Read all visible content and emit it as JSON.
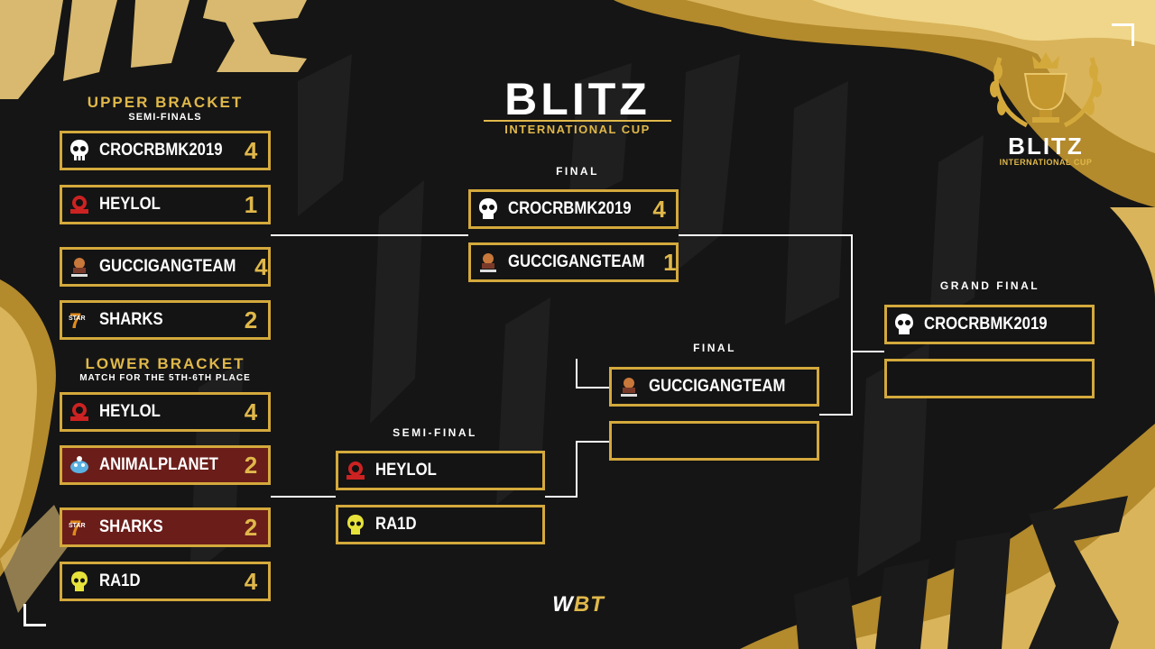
{
  "event": {
    "title": "BLITZ",
    "subtitle": "INTERNATIONAL CUP",
    "corner_logo_title": "BLITZ",
    "corner_logo_subtitle": "INTERNATIONAL CUP",
    "watermark_text": "BLITZ",
    "footer_logo_w": "W",
    "footer_logo_bt": "BT"
  },
  "upper_bracket": {
    "heading": "UPPER BRACKET",
    "subheading": "SEMI-FINALS",
    "matches": [
      [
        {
          "team": "CROCRBMK2019",
          "score": "4",
          "logo": "skull-icon"
        },
        {
          "team": "HEYLOL",
          "score": "1",
          "logo": "endgame-icon"
        }
      ],
      [
        {
          "team": "GUCCIGANGTEAM",
          "score": "4",
          "logo": "ggame-icon"
        },
        {
          "team": "SHARKS",
          "score": "2",
          "logo": "star7-icon"
        }
      ]
    ],
    "final_label": "FINAL",
    "final": [
      {
        "team": "CROCRBMK2019",
        "score": "4",
        "logo": "skull-icon"
      },
      {
        "team": "GUCCIGANGTEAM",
        "score": "1",
        "logo": "ggame-icon"
      }
    ]
  },
  "lower_bracket": {
    "heading": "LOWER BRACKET",
    "subheading": "MATCH FOR THE 5TH-6TH PLACE",
    "matches": [
      [
        {
          "team": "HEYLOL",
          "score": "4",
          "logo": "endgame-icon"
        },
        {
          "team": "ANIMALPLANET",
          "score": "2",
          "logo": "animal-icon"
        }
      ],
      [
        {
          "team": "SHARKS",
          "score": "2",
          "logo": "star7-icon"
        },
        {
          "team": "RA1D",
          "score": "4",
          "logo": "raid-skull-icon"
        }
      ]
    ],
    "semi_label": "SEMI-FINAL",
    "semi": [
      {
        "team": "HEYLOL",
        "score": "",
        "logo": "endgame-icon"
      },
      {
        "team": "RA1D",
        "score": "",
        "logo": "raid-skull-icon"
      }
    ],
    "final_label": "FINAL",
    "final": [
      {
        "team": "GUCCIGANGTEAM",
        "score": "",
        "logo": "ggame-icon"
      },
      {
        "team": "",
        "score": "",
        "logo": ""
      }
    ]
  },
  "grand_final": {
    "label": "GRAND FINAL",
    "slots": [
      {
        "team": "CROCRBMK2019",
        "score": "",
        "logo": "skull-icon"
      },
      {
        "team": "",
        "score": "",
        "logo": ""
      }
    ]
  },
  "colors": {
    "gold": "#d4a93c",
    "gold_text": "#e0b84a",
    "eliminated": "#6b1d1a",
    "background": "#121212"
  }
}
